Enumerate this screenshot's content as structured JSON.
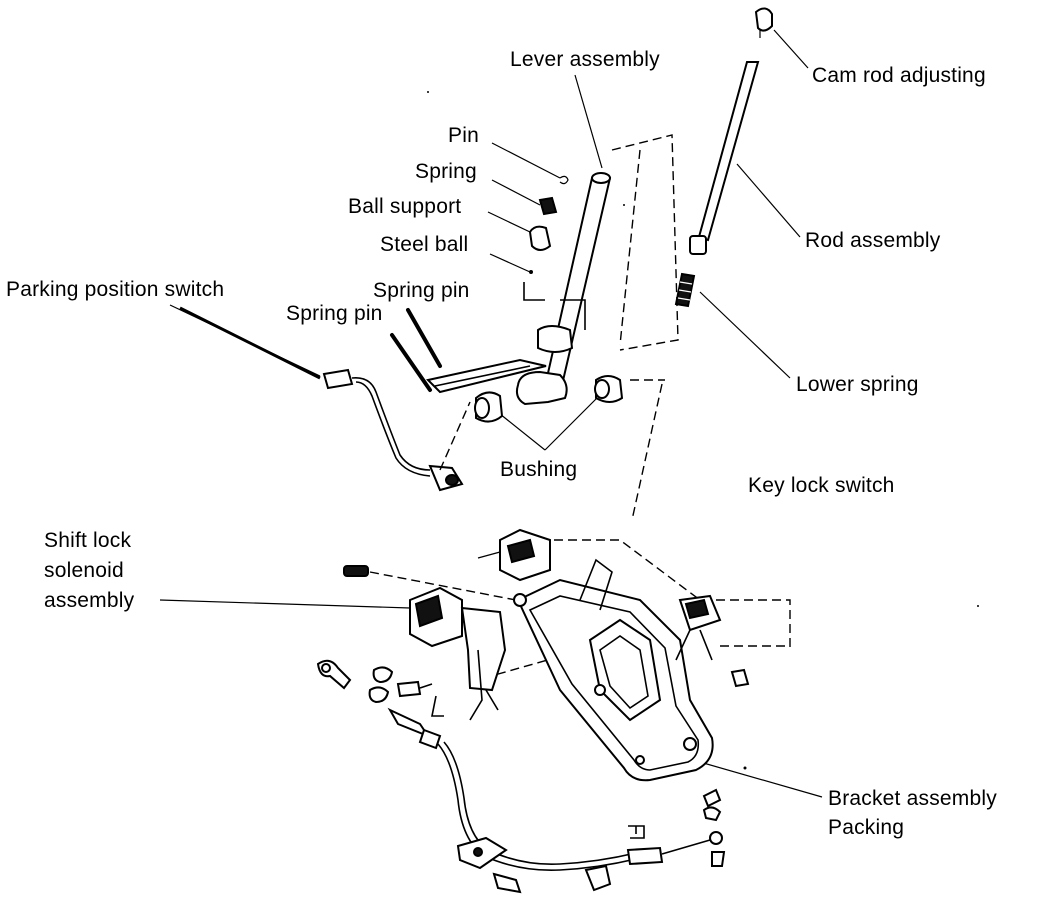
{
  "labels": {
    "lever_assembly": "Lever assembly",
    "cam_rod_adjusting": "Cam rod adjusting",
    "pin": "Pin",
    "spring": "Spring",
    "ball_support": "Ball support",
    "steel_ball": "Steel ball",
    "rod_assembly": "Rod assembly",
    "parking_position_switch": "Parking position switch",
    "spring_pin_1": "Spring pin",
    "spring_pin_2": "Spring pin",
    "lower_spring": "Lower spring",
    "bushing": "Bushing",
    "key_lock_switch": "Key lock switch",
    "shift_lock_line1": "Shift lock",
    "shift_lock_line2": "solenoid",
    "shift_lock_line3": "assembly",
    "bracket_assembly": "Bracket assembly",
    "packing": "Packing"
  }
}
